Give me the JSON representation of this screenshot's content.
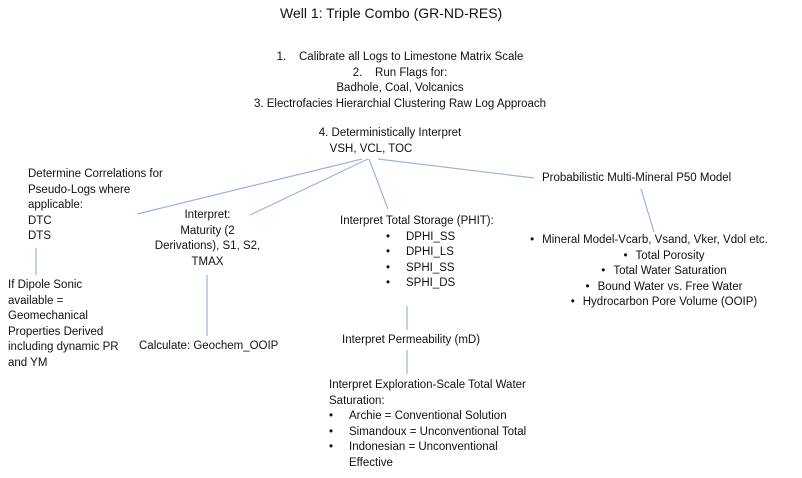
{
  "title": "Well 1: Triple Combo (GR-ND-RES)",
  "steps": {
    "step1": "1.    Calibrate all Logs to Limestone Matrix Scale",
    "step2": "2.    Run Flags for:",
    "step2_detail": "Badhole, Coal, Volcanics",
    "step3": "3. Electrofacies Hierarchial Clustering Raw Log Approach",
    "step4_line1": "4. Deterministically Interpret",
    "step4_line2": "VSH, VCL, TOC"
  },
  "pseudo_logs": {
    "lines": [
      "Determine Correlations for",
      "Pseudo-Logs where",
      "applicable:",
      "DTC",
      "DTS"
    ]
  },
  "dipole": {
    "lines": [
      "If Dipole Sonic",
      "available =",
      "Geomechanical",
      "Properties Derived",
      "including dynamic PR",
      "and YM"
    ]
  },
  "maturity": {
    "lines": [
      "Interpret:",
      "Maturity (2",
      "Derivations), S1, S2,",
      "TMAX"
    ]
  },
  "geochem": {
    "label": "Calculate: Geochem_OOIP"
  },
  "storage": {
    "heading": "Interpret Total Storage (PHIT):",
    "items": [
      "DPHI_SS",
      "DPHI_LS",
      "SPHI_SS",
      "SPHI_DS"
    ]
  },
  "permeability": {
    "label": "Interpret Permeability (mD)"
  },
  "saturation": {
    "heading_line1": "Interpret Exploration-Scale Total Water",
    "heading_line2": "Saturation:",
    "items": [
      "Archie = Conventional Solution",
      "Simandoux = Unconventional Total",
      "Indonesian = Unconventional"
    ],
    "item3_cont": "Effective"
  },
  "probabilistic": {
    "heading": "Probabilistic Multi-Mineral P50 Model",
    "items": [
      "Mineral Model-Vcarb, Vsand, Vker, Vdol etc.",
      "Total Porosity",
      "Total Water Saturation",
      "Bound Water vs. Free Water",
      "Hydrocarbon Pore Volume (OOIP)"
    ]
  },
  "colors": {
    "connector": "#9fb2dd",
    "text": "#111111"
  }
}
